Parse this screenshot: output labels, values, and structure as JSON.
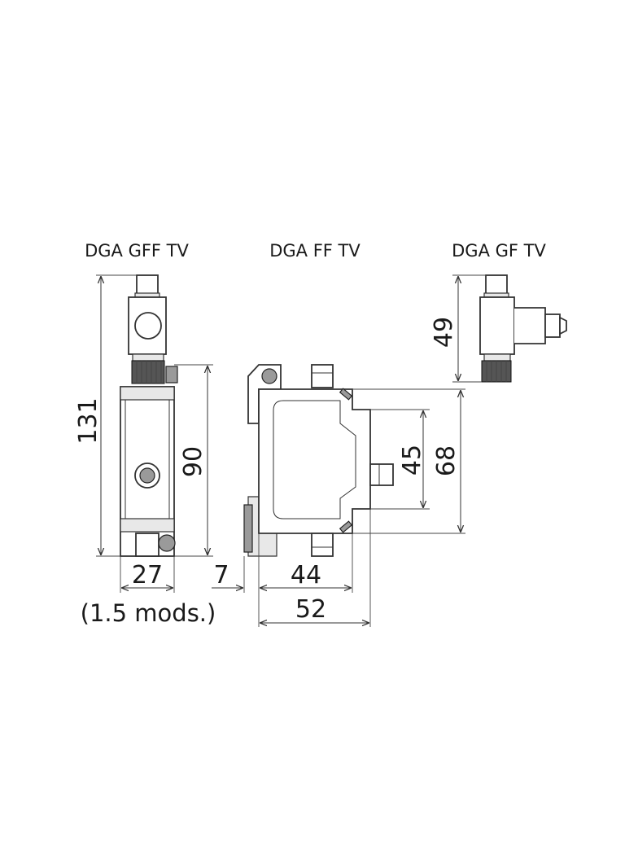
{
  "views": {
    "gff": {
      "title": "DGA GFF TV"
    },
    "ff": {
      "title": "DGA FF TV"
    },
    "gf": {
      "title": "DGA GF TV"
    }
  },
  "dimensions": {
    "height_total": "131",
    "height_body": "90",
    "width_front": "27",
    "modules_note": "(1.5 mods.)",
    "rail_offset": "7",
    "depth_inner": "44",
    "depth_total": "52",
    "inner_height": "45",
    "side_height": "68",
    "gf_height": "49"
  }
}
